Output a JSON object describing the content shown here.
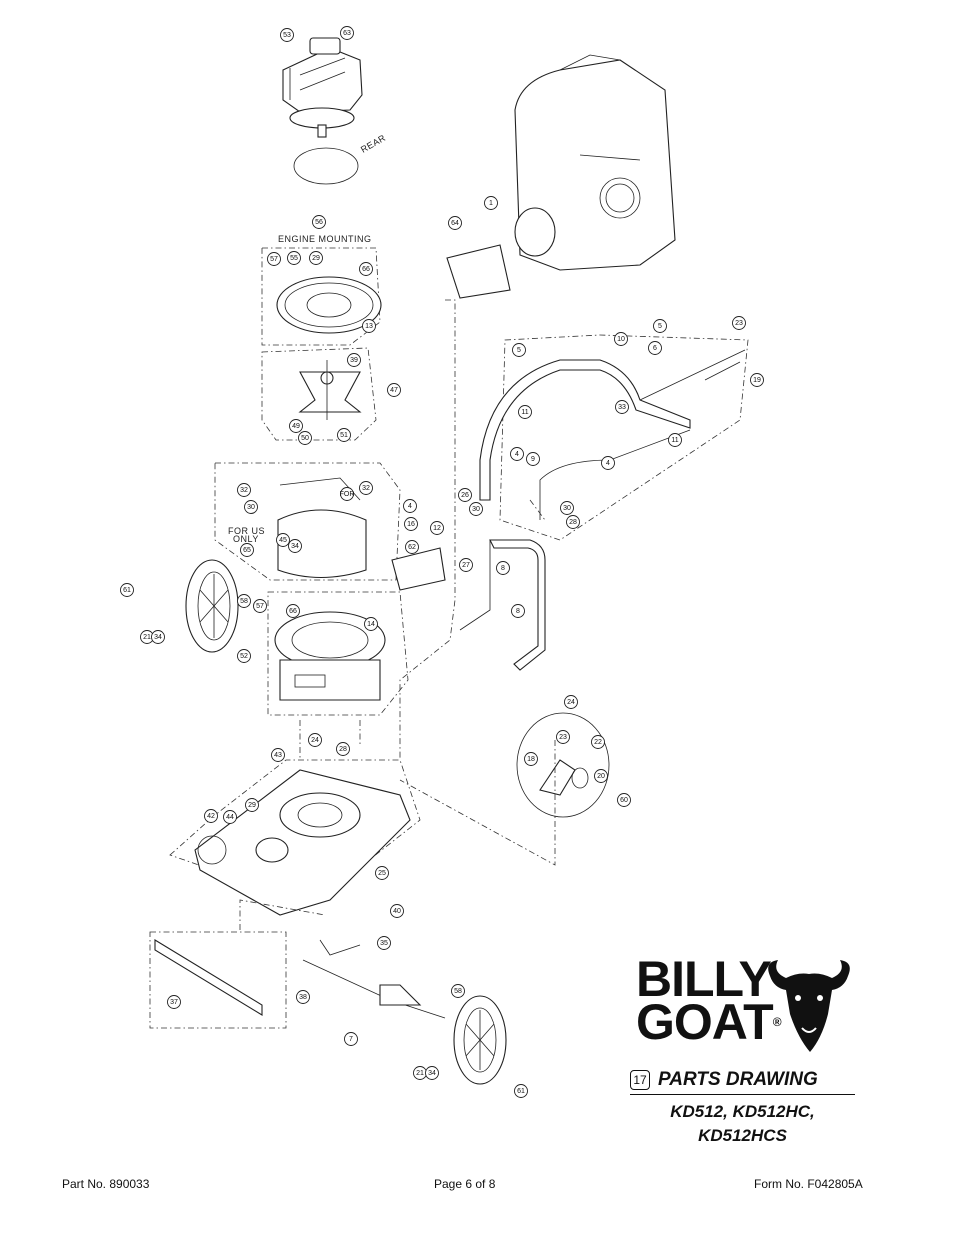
{
  "labels": {
    "engine_mounting": "ENGINE  MOUNTING",
    "rear": "REAR",
    "for_us_line1": "FOR US",
    "for_us_line2": "ONLY"
  },
  "callouts": [
    "53",
    "63",
    "56",
    "57",
    "55",
    "29",
    "66",
    "13",
    "39",
    "47",
    "49",
    "50",
    "51",
    "32",
    "30",
    "32",
    "FOR",
    "65",
    "45",
    "34",
    "4",
    "16",
    "12",
    "62",
    "61",
    "58",
    "57",
    "66",
    "14",
    "21",
    "34",
    "52",
    "64",
    "1",
    "5",
    "10",
    "5",
    "6",
    "23",
    "19",
    "33",
    "11",
    "11",
    "4",
    "9",
    "4",
    "26",
    "30",
    "30",
    "28",
    "27",
    "8",
    "8",
    "24",
    "23",
    "22",
    "18",
    "20",
    "60",
    "24",
    "28",
    "43",
    "29",
    "42",
    "44",
    "25",
    "40",
    "35",
    "38",
    "37",
    "7",
    "58",
    "21",
    "34",
    "61"
  ],
  "branding": {
    "brand_line1": "BILLY",
    "brand_line2": "GOAT",
    "registered_mark": "®",
    "section_number": "17",
    "section_title": "PARTS DRAWING",
    "models_line1": "KD512, KD512HC,",
    "models_line2": "KD512HCS"
  },
  "footer": {
    "part_no": "Part No. 890033",
    "page": "Page 6 of 8",
    "form_no": "Form No. F042805A"
  }
}
